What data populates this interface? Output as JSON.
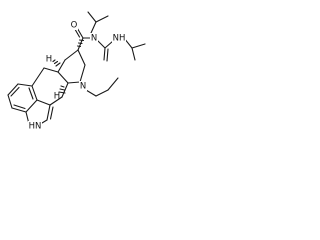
{
  "molecule": {
    "atom_labels": {
      "o": "O",
      "n_amide": "N",
      "nh_urea": "NH",
      "n_ring": "N",
      "hn_indole": "HN",
      "h_stereo1": "H",
      "h_stereo2": "H"
    },
    "colors": {
      "bond": "#1a1a1a",
      "text": "#111111",
      "background": "#ffffff"
    }
  }
}
